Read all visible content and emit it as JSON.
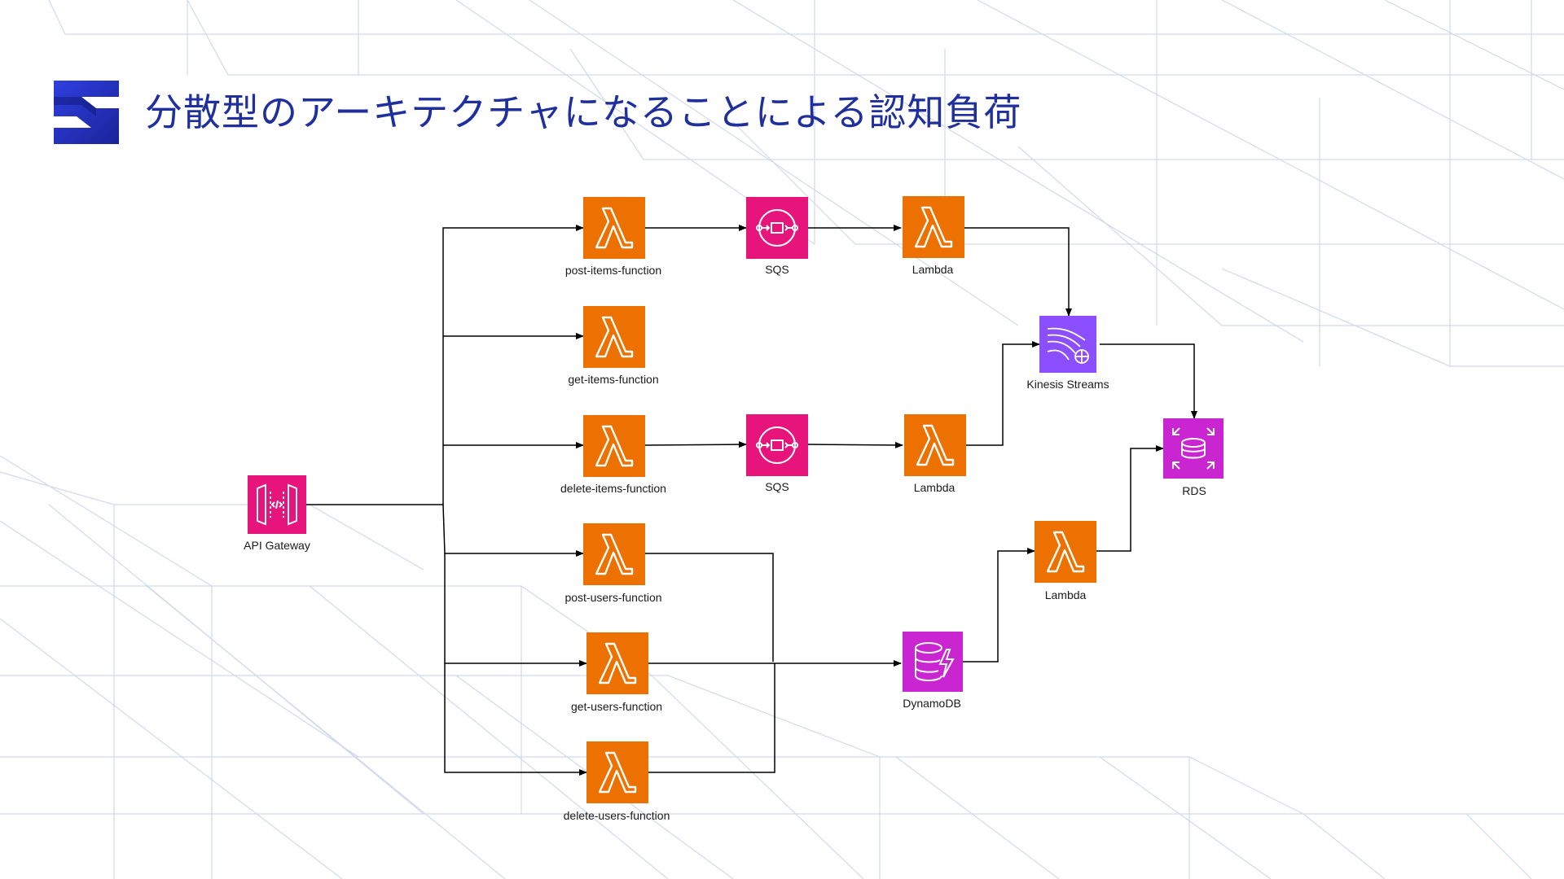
{
  "slide": {
    "title": "分散型のアーキテクチャになることによる認知負荷"
  },
  "colors": {
    "title": "#1f2f9e",
    "lambda": "#ed7100",
    "sqs": "#e7157b",
    "api_gateway": "#e7157b",
    "kinesis": "#8c4fff",
    "rds": "#c925d1",
    "dynamodb": "#c925d1",
    "edge": "#000000"
  },
  "nodes": {
    "api_gateway": {
      "label": "API Gateway",
      "icon": "api-gateway-icon"
    },
    "post_items": {
      "label": "post-items-function",
      "icon": "lambda-icon"
    },
    "get_items": {
      "label": "get-items-function",
      "icon": "lambda-icon"
    },
    "delete_items": {
      "label": "delete-items-function",
      "icon": "lambda-icon"
    },
    "post_users": {
      "label": "post-users-function",
      "icon": "lambda-icon"
    },
    "get_users": {
      "label": "get-users-function",
      "icon": "lambda-icon"
    },
    "delete_users": {
      "label": "delete-users-function",
      "icon": "lambda-icon"
    },
    "sqs_1": {
      "label": "SQS",
      "icon": "sqs-icon"
    },
    "sqs_2": {
      "label": "SQS",
      "icon": "sqs-icon"
    },
    "lambda_1": {
      "label": "Lambda",
      "icon": "lambda-icon"
    },
    "lambda_2": {
      "label": "Lambda",
      "icon": "lambda-icon"
    },
    "lambda_3": {
      "label": "Lambda",
      "icon": "lambda-icon"
    },
    "kinesis": {
      "label": "Kinesis Streams",
      "icon": "kinesis-icon"
    },
    "rds": {
      "label": "RDS",
      "icon": "rds-icon"
    },
    "dynamodb": {
      "label": "DynamoDB",
      "icon": "dynamodb-icon"
    }
  },
  "edges": [
    {
      "from": "api_gateway",
      "to": "post_items"
    },
    {
      "from": "api_gateway",
      "to": "get_items"
    },
    {
      "from": "api_gateway",
      "to": "delete_items"
    },
    {
      "from": "api_gateway",
      "to": "post_users"
    },
    {
      "from": "api_gateway",
      "to": "get_users"
    },
    {
      "from": "api_gateway",
      "to": "delete_users"
    },
    {
      "from": "post_items",
      "to": "sqs_1"
    },
    {
      "from": "sqs_1",
      "to": "lambda_1"
    },
    {
      "from": "lambda_1",
      "to": "kinesis"
    },
    {
      "from": "delete_items",
      "to": "sqs_2"
    },
    {
      "from": "sqs_2",
      "to": "lambda_2"
    },
    {
      "from": "lambda_2",
      "to": "kinesis"
    },
    {
      "from": "kinesis",
      "to": "rds"
    },
    {
      "from": "post_users",
      "to": "dynamodb"
    },
    {
      "from": "get_users",
      "to": "dynamodb"
    },
    {
      "from": "delete_users",
      "to": "dynamodb"
    },
    {
      "from": "dynamodb",
      "to": "lambda_3"
    },
    {
      "from": "lambda_3",
      "to": "rds"
    }
  ]
}
